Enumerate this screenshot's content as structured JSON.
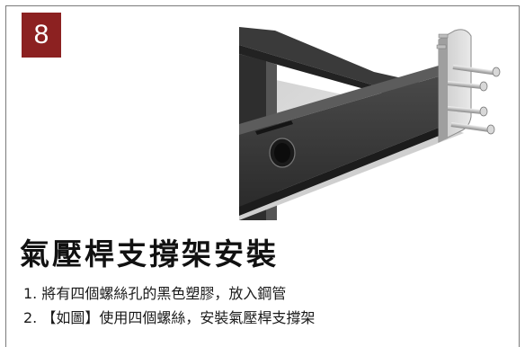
{
  "step": {
    "number": "8",
    "badge_color": "#8c2121"
  },
  "illustration": {
    "icon": "gas-strut-bracket-illustration"
  },
  "title": "氣壓桿支撐架安裝",
  "instructions": [
    "1. 將有四個螺絲孔的黑色塑膠，放入鋼管",
    "2. 【如圖】使用四個螺絲，安裝氣壓桿支撐架"
  ]
}
